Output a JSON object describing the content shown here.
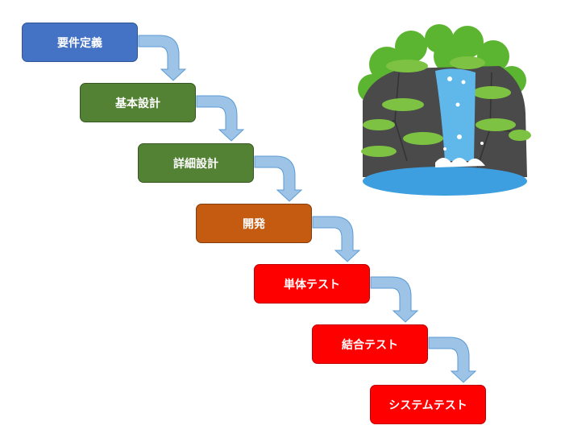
{
  "diagram": {
    "steps": [
      {
        "label": "要件定義",
        "color": "#4472c4",
        "border": "#2f5597"
      },
      {
        "label": "基本設計",
        "color": "#548235",
        "border": "#385723"
      },
      {
        "label": "詳細設計",
        "color": "#548235",
        "border": "#385723"
      },
      {
        "label": "開発",
        "color": "#c55a11",
        "border": "#843c0c"
      },
      {
        "label": "単体テスト",
        "color": "#ff0000",
        "border": "#c00000"
      },
      {
        "label": "結合テスト",
        "color": "#ff0000",
        "border": "#c00000"
      },
      {
        "label": "システムテスト",
        "color": "#ff0000",
        "border": "#c00000"
      }
    ],
    "arrow_color": "#9dc3e6",
    "arrow_border": "#5b9bd5"
  }
}
